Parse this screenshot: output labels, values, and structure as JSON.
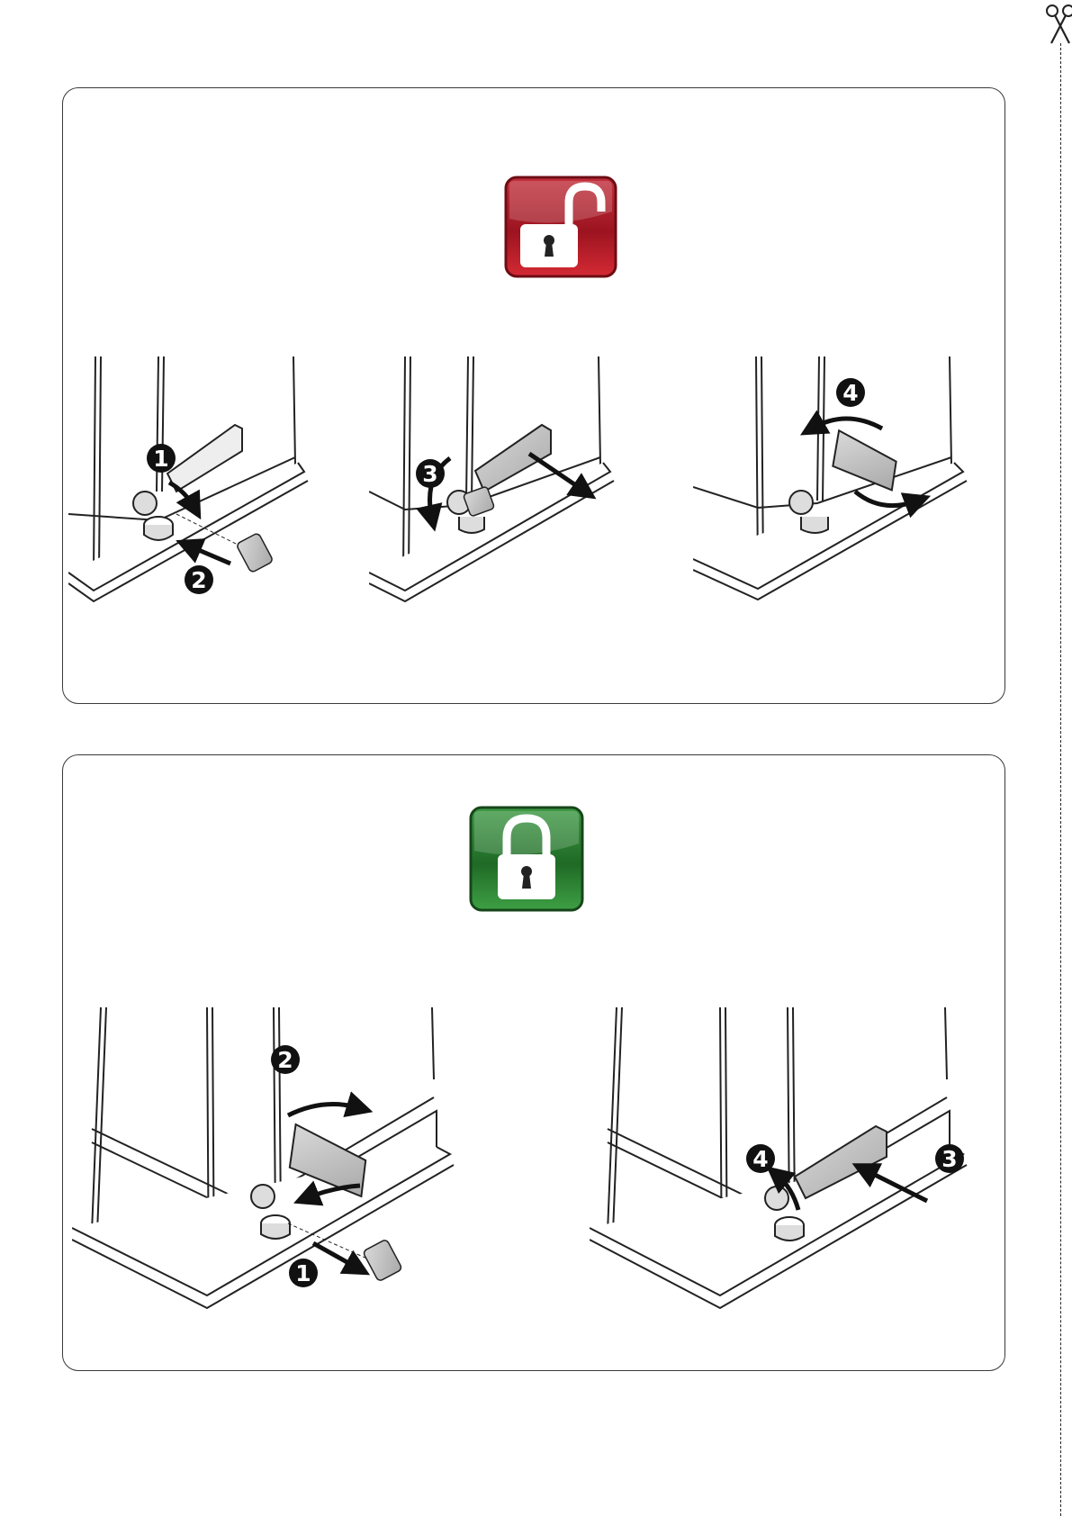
{
  "cut_marker": {
    "icon": "scissors-icon"
  },
  "unlock_section": {
    "icon": "unlocked-padlock-icon",
    "badge_color": "#b3182a",
    "steps": [
      {
        "number": "1",
        "action": "open-key-cover"
      },
      {
        "number": "2",
        "action": "insert-key"
      },
      {
        "number": "3",
        "action": "turn-key"
      },
      {
        "number": "4",
        "action": "pull-and-rotate-release-lever"
      }
    ]
  },
  "lock_section": {
    "icon": "locked-padlock-icon",
    "badge_color": "#2e7d32",
    "steps": [
      {
        "number": "1",
        "action": "remove-key"
      },
      {
        "number": "2",
        "action": "rotate-release-lever-back"
      },
      {
        "number": "3",
        "action": "push-lever-in"
      },
      {
        "number": "4",
        "action": "close-key-cover"
      }
    ]
  }
}
